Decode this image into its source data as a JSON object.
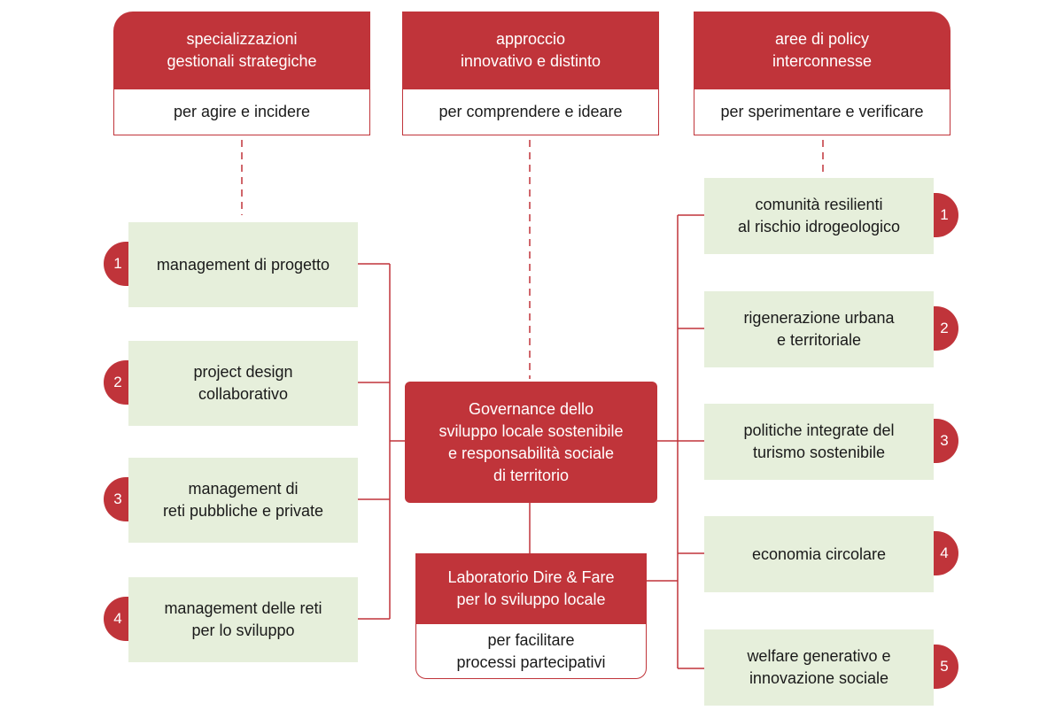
{
  "header_columns": [
    {
      "title_line1": "specializzazioni",
      "title_line2": "gestionali strategiche",
      "subtitle": "per agire e incidere"
    },
    {
      "title_line1": "approccio",
      "title_line2": "innovativo e distinto",
      "subtitle": "per comprendere e ideare"
    },
    {
      "title_line1": "aree di policy",
      "title_line2": "interconnesse",
      "subtitle": "per sperimentare e verificare"
    }
  ],
  "left_items": [
    {
      "number": "1",
      "line1": "management di progetto",
      "line2": ""
    },
    {
      "number": "2",
      "line1": "project design",
      "line2": "collaborativo"
    },
    {
      "number": "3",
      "line1": "management di",
      "line2": "reti pubbliche e private"
    },
    {
      "number": "4",
      "line1": "management delle reti",
      "line2": "per lo sviluppo"
    }
  ],
  "center": {
    "line1": "Governance dello",
    "line2": "sviluppo locale sostenibile",
    "line3": "e responsabilità sociale",
    "line4": "di territorio"
  },
  "lab": {
    "title_line1": "Laboratorio Dire & Fare",
    "title_line2": "per lo sviluppo locale",
    "sub_line1": "per facilitare",
    "sub_line2": "processi partecipativi"
  },
  "right_items": [
    {
      "number": "1",
      "line1": "comunità resilienti",
      "line2": "al rischio idrogeologico"
    },
    {
      "number": "2",
      "line1": "rigenerazione urbana",
      "line2": "e territoriale"
    },
    {
      "number": "3",
      "line1": "politiche integrate del",
      "line2": "turismo sostenibile"
    },
    {
      "number": "4",
      "line1": "economia circolare",
      "line2": ""
    },
    {
      "number": "5",
      "line1": "welfare generativo e",
      "line2": "innovazione sociale"
    }
  ],
  "colors": {
    "accent": "#c0343a",
    "green_box": "#e6efdb"
  }
}
